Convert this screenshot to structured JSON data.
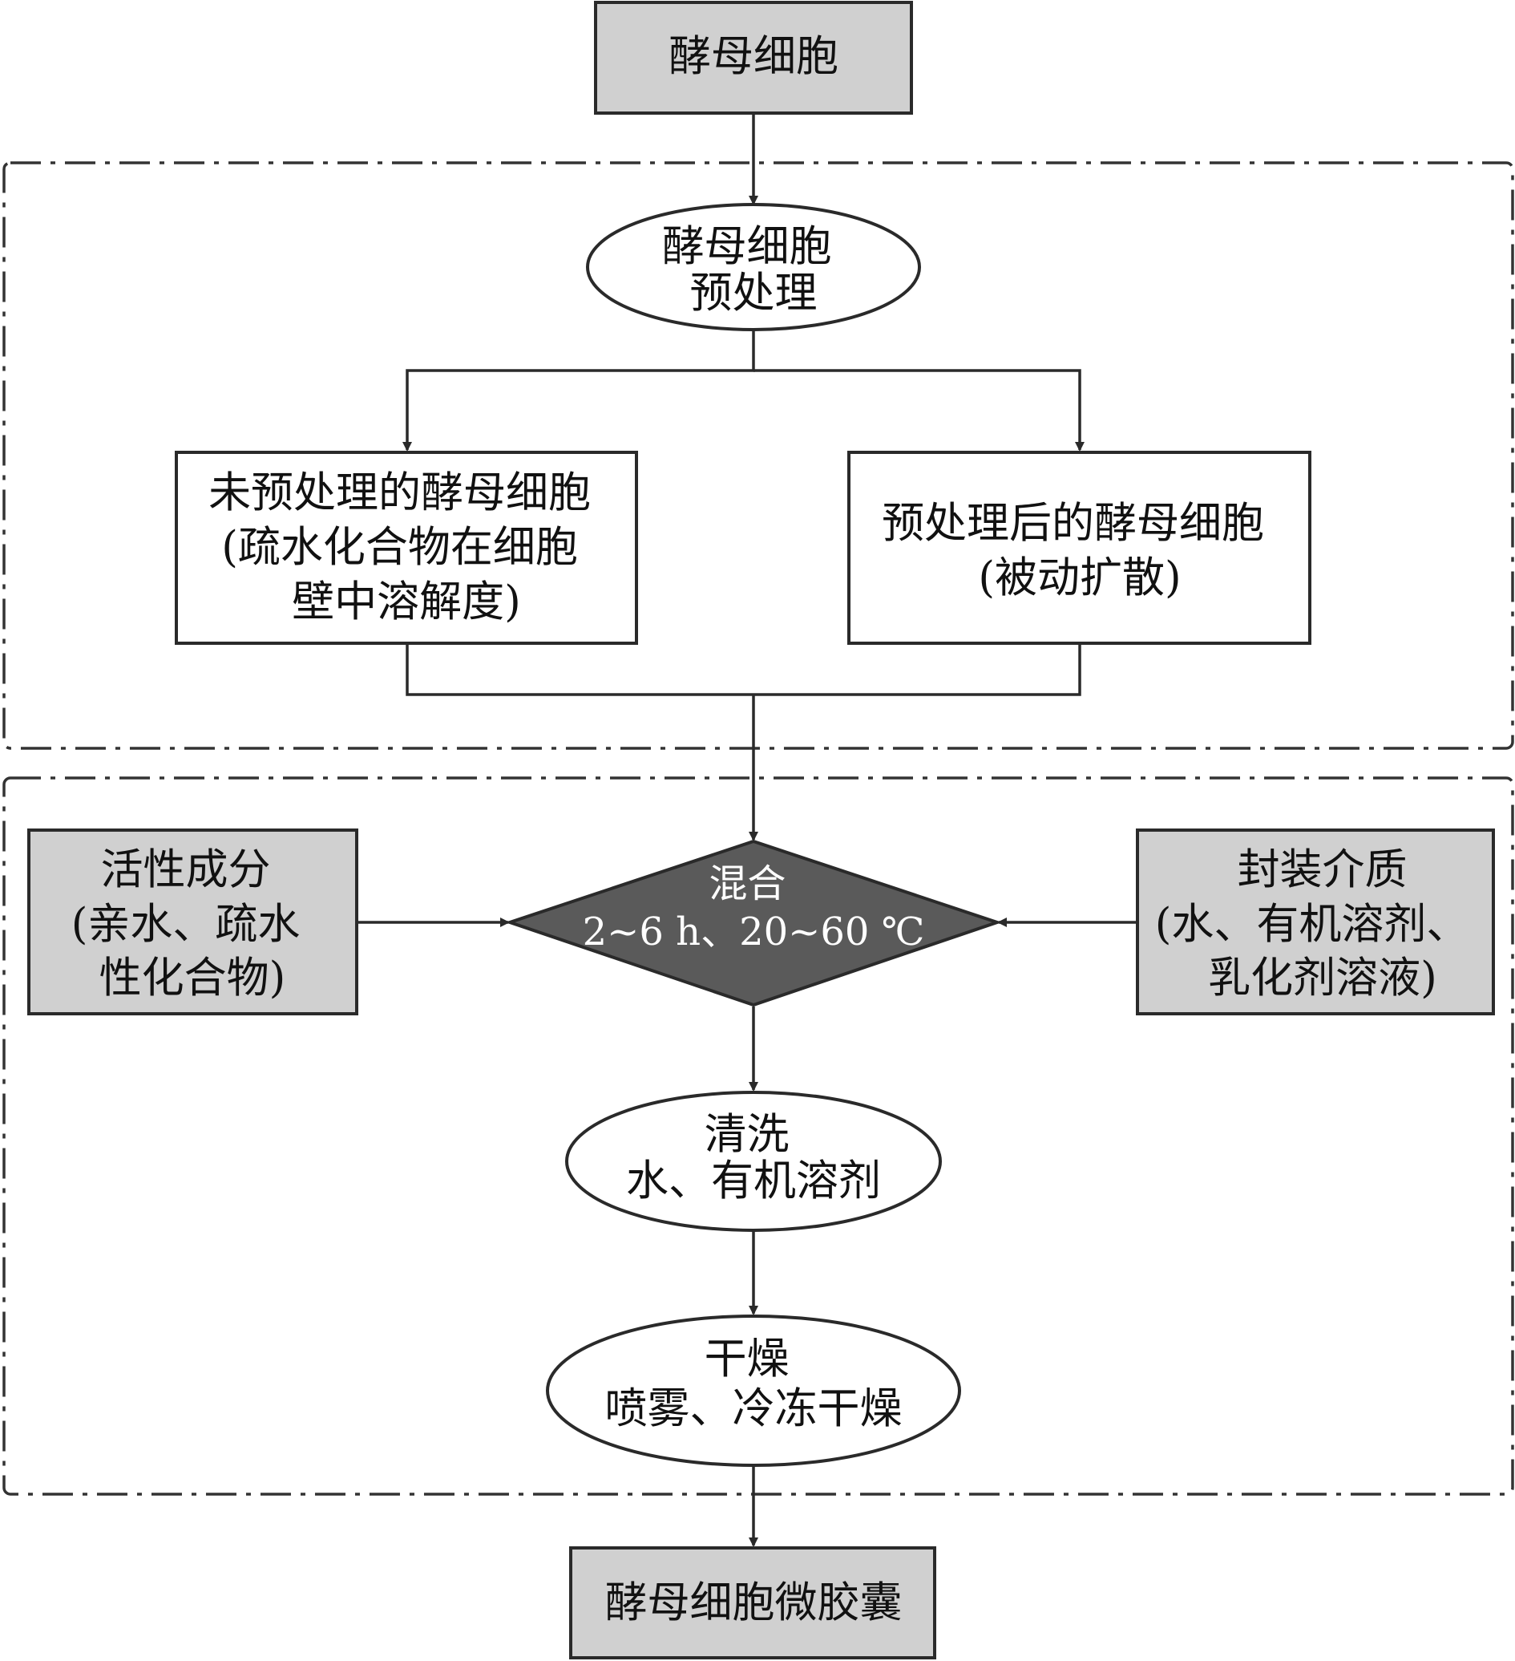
{
  "nodes": {
    "start": {
      "lines": [
        "酵母细胞"
      ]
    },
    "pretreat": {
      "lines": [
        "酵母细胞",
        "预处理"
      ]
    },
    "untreated": {
      "lines": [
        "未预处理的酵母细胞",
        "(疏水化合物在细胞",
        "壁中溶解度)"
      ]
    },
    "treated": {
      "lines": [
        "预处理后的酵母细胞",
        "(被动扩散)"
      ]
    },
    "active": {
      "lines": [
        "活性成分",
        "(亲水、疏水",
        "性化合物)"
      ]
    },
    "mix": {
      "lines": [
        "混合",
        "2~6 h、20~60 ℃"
      ]
    },
    "medium": {
      "lines": [
        "封装介质",
        "(水、有机溶剂、",
        "乳化剂溶液)"
      ]
    },
    "wash": {
      "lines": [
        "清洗",
        "水、有机溶剂"
      ]
    },
    "dry": {
      "lines": [
        "干燥",
        "喷雾、冷冻干燥"
      ]
    },
    "end": {
      "lines": [
        "酵母细胞微胶囊"
      ]
    }
  },
  "colors": {
    "gray_fill": "#d0d0d0",
    "diamond_fill": "#5a5a5a",
    "stroke": "#2a2a2a"
  }
}
